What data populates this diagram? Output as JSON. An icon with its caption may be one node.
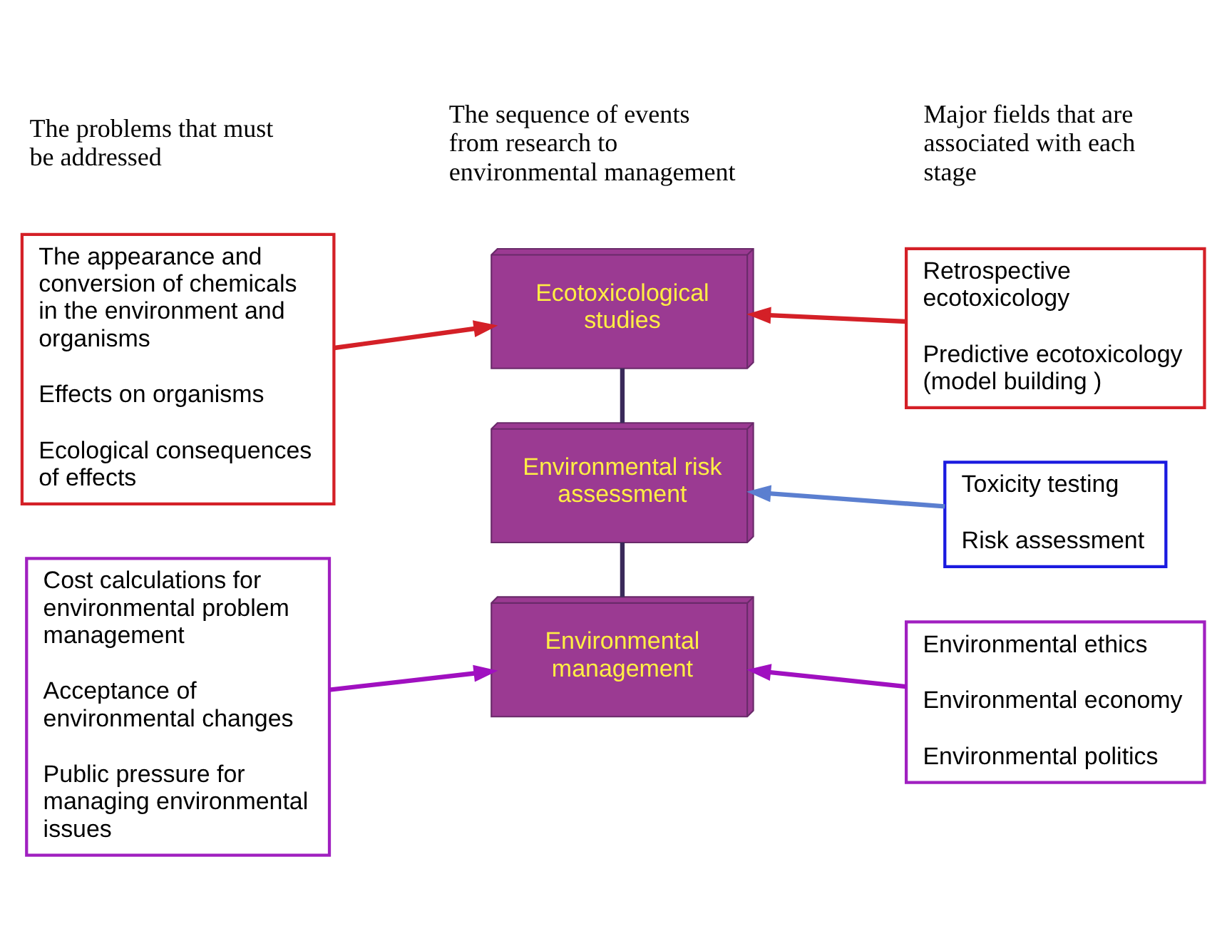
{
  "diagram": {
    "nodes": [
      {
        "text": [
          "The appearance and conversion of chemicals in the environment and organisms",
          "Effects on organisms",
          "Ecological consequences of effects"
        ]
      },
      {
        "text": [
          "Ecotoxicological studies"
        ]
      },
      {
        "text": [
          "Retrospective ecotoxicology",
          "Predictive ecotoxicology (model building )"
        ]
      },
      {
        "text": [
          "Environmental risk assessment"
        ]
      },
      {
        "text": [
          "Toxicity testing",
          "Risk assessment"
        ]
      },
      {
        "text": [
          "Cost calculations for environmental problem management",
          "Acceptance of environmental changes",
          "Public pressure for managing environmental issues"
        ]
      },
      {
        "text": [
          "Environmental management"
        ]
      },
      {
        "text": [
          "Environmental ethics",
          "Environmental economy",
          "Environmental politics"
        ]
      }
    ],
    "edges": [
      {
        "from": 0,
        "to": 1,
        "arrow": "to",
        "color": "#d42027"
      },
      {
        "from": 2,
        "to": 1,
        "arrow": "to",
        "color": "#d42027"
      },
      {
        "from": 1,
        "to": 3,
        "arrow": "none",
        "color": "#3a2a5a"
      },
      {
        "from": 4,
        "to": 3,
        "arrow": "to",
        "color": "#5b7fd0"
      },
      {
        "from": 3,
        "to": 6,
        "arrow": "none",
        "color": "#3a2a5a"
      },
      {
        "from": 5,
        "to": 6,
        "arrow": "to",
        "color": "#a010c0"
      },
      {
        "from": 7,
        "to": 6,
        "arrow": "to",
        "color": "#a010c0"
      }
    ],
    "labels": [
      "The problems that must be addressed",
      "The sequence of events from research to environmental management",
      "Major fields that are associated with each stage"
    ]
  }
}
